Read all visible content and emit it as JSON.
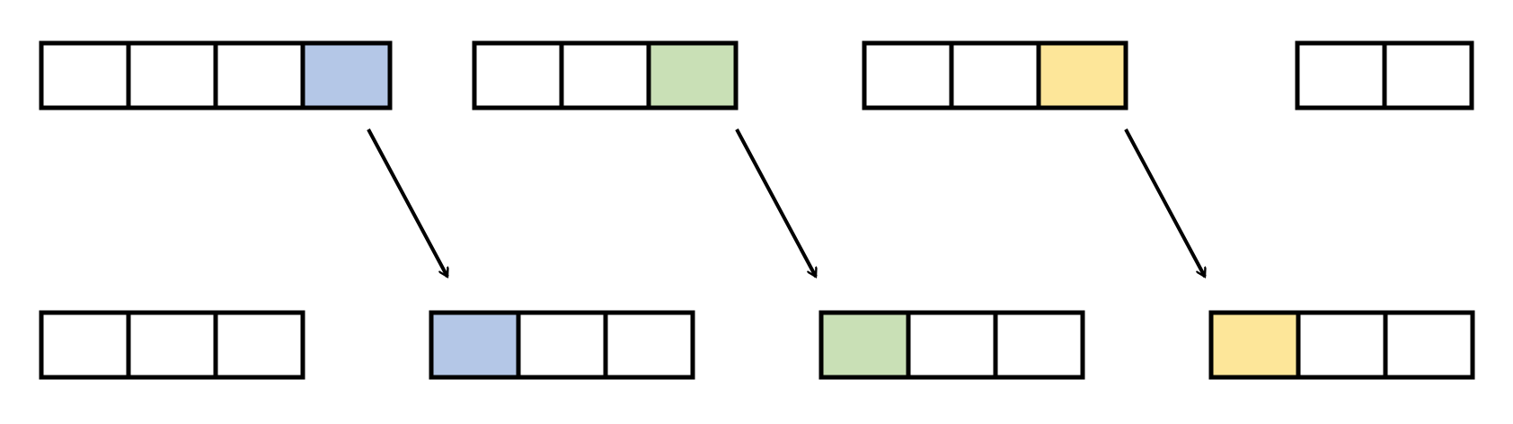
{
  "colors": {
    "stroke": "#000000",
    "empty": "#ffffff",
    "blue": "#b4c7e7",
    "green": "#c9e0b6",
    "yellow": "#fde699"
  },
  "top_row": [
    {
      "cells": [
        "empty",
        "empty",
        "empty",
        "blue"
      ]
    },
    {
      "cells": [
        "empty",
        "empty",
        "green"
      ]
    },
    {
      "cells": [
        "empty",
        "empty",
        "yellow"
      ]
    },
    {
      "cells": [
        "empty",
        "empty"
      ]
    }
  ],
  "bottom_row": [
    {
      "cells": [
        "empty",
        "empty",
        "empty"
      ]
    },
    {
      "cells": [
        "blue",
        "empty",
        "empty"
      ]
    },
    {
      "cells": [
        "green",
        "empty",
        "empty"
      ]
    },
    {
      "cells": [
        "yellow",
        "empty",
        "empty"
      ]
    }
  ],
  "arrows": [
    {
      "color": "blue"
    },
    {
      "color": "green"
    },
    {
      "color": "yellow"
    }
  ]
}
